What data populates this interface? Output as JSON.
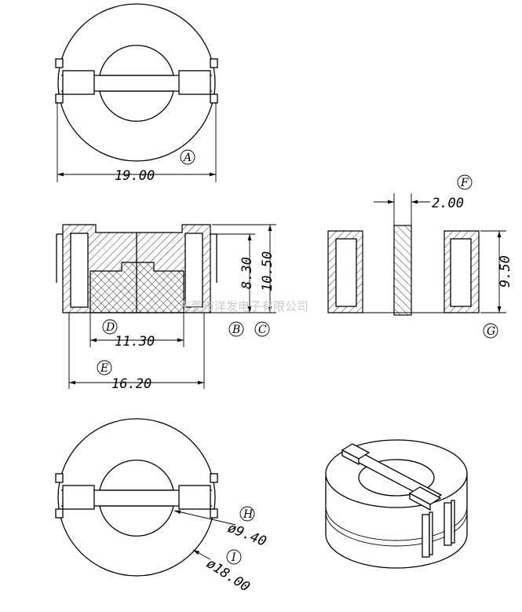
{
  "dimensions": {
    "a": "19.00",
    "b": "8.30",
    "c": "10.50",
    "d": "11.30",
    "e": "16.20",
    "f": "2.00",
    "g": "9.50",
    "h": "ø9.40",
    "i": "ø18.00"
  },
  "labels": {
    "a": "A",
    "b": "B",
    "c": "C",
    "d": "D",
    "e": "E",
    "f": "F",
    "g": "G",
    "h": "H",
    "i": "I"
  },
  "watermark": "东莞市洋发电子有限公司"
}
